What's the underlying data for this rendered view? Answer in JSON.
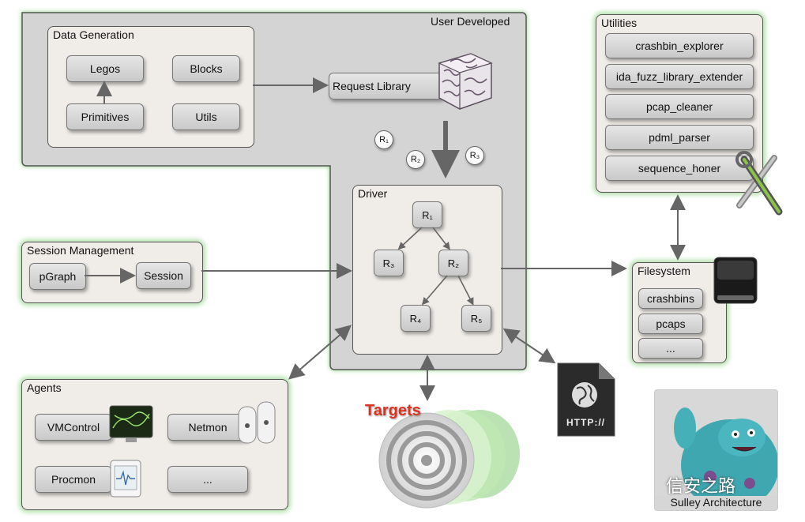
{
  "user_developed": {
    "title": "User Developed"
  },
  "data_generation": {
    "title": "Data Generation",
    "legos": "Legos",
    "blocks": "Blocks",
    "primitives": "Primitives",
    "utils": "Utils"
  },
  "request_library": "Request Library",
  "request_tokens": [
    "R₁",
    "R₂",
    "R₃"
  ],
  "driver": {
    "title": "Driver",
    "nodes": [
      "R₁",
      "R₃",
      "R₂",
      "R₄",
      "R₅"
    ]
  },
  "session_management": {
    "title": "Session Management",
    "pgraph": "pGraph",
    "session": "Session"
  },
  "utilities": {
    "title": "Utilities",
    "items": [
      "crashbin_explorer",
      "ida_fuzz_library_extender",
      "pcap_cleaner",
      "pdml_parser",
      "sequence_honer"
    ]
  },
  "filesystem": {
    "title": "Filesystem",
    "items": [
      "crashbins",
      "pcaps",
      "..."
    ]
  },
  "agents": {
    "title": "Agents",
    "vmcontrol": "VMControl",
    "netmon": "Netmon",
    "procmon": "Procmon",
    "more": "..."
  },
  "targets": "Targets",
  "http_icon_text": "HTTP://",
  "caption": "Sulley Architecture",
  "watermark": "信安之路",
  "colors": {
    "panel_glow": "#78c86e",
    "user_developed_bg": "#d4d4d4",
    "targets_text": "#e03020",
    "arrow": "#666666"
  }
}
